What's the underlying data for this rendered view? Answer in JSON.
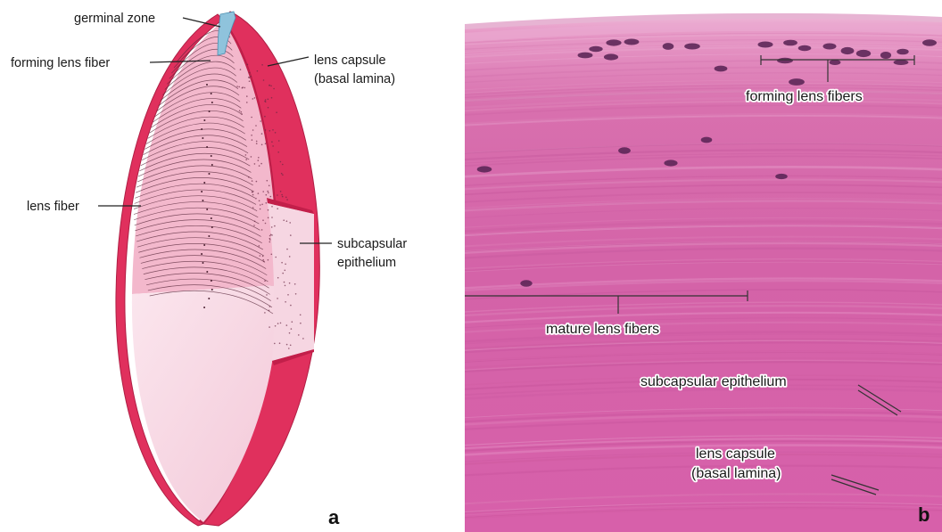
{
  "panel_a": {
    "letter": "a",
    "labels": {
      "germinal_zone": "germinal zone",
      "forming_lens_fiber": "forming lens fiber",
      "lens_capsule_l1": "lens capsule",
      "lens_capsule_l2": "(basal lamina)",
      "lens_fiber": "lens fiber",
      "subcapsular_l1": "subcapsular",
      "subcapsular_l2": "epithelium"
    }
  },
  "panel_b": {
    "letter": "b",
    "labels": {
      "forming_lens_fibers": "forming lens fibers",
      "mature_lens_fibers": "mature lens fibers",
      "subcapsular_epithelium": "subcapsular epithelium",
      "lens_capsule_l1": "lens capsule",
      "lens_capsule_l2": "(basal lamina)"
    }
  },
  "colors": {
    "capsule": "#e0305d",
    "fiber_zone": "#f3b8cc",
    "core": "#f8dce6",
    "germinal": "#8fc3dc",
    "histology": "#d462a6"
  }
}
